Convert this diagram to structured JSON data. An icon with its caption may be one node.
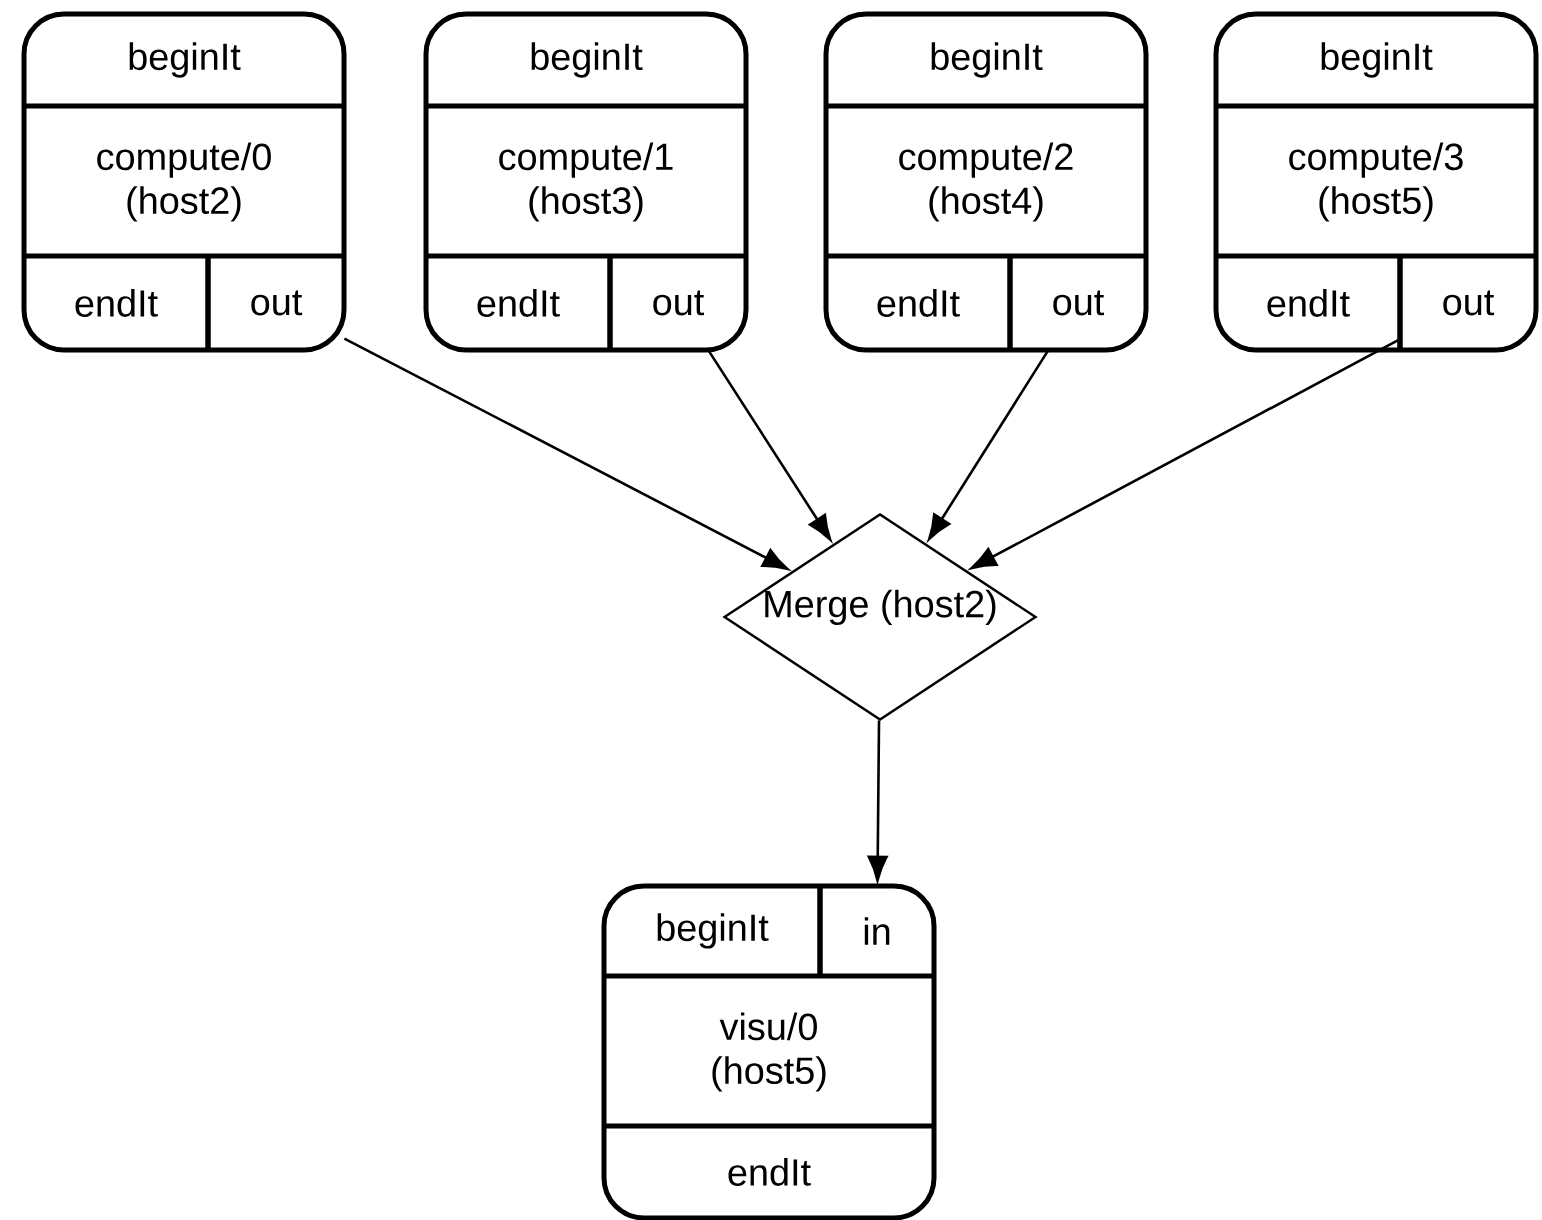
{
  "diagram": {
    "nodes": [
      {
        "text": [
          "compute/0 (host2)"
        ]
      },
      {
        "text": [
          "beginIt"
        ],
        "in": 0
      },
      {
        "text": [
          "endIt"
        ],
        "in": 0
      },
      {
        "text": [
          "out"
        ],
        "in": 0
      },
      {
        "text": [
          "compute/1 (host3)"
        ]
      },
      {
        "text": [
          "beginIt"
        ],
        "in": 4
      },
      {
        "text": [
          "endIt"
        ],
        "in": 4
      },
      {
        "text": [
          "out"
        ],
        "in": 4
      },
      {
        "text": [
          "compute/2 (host4)"
        ]
      },
      {
        "text": [
          "beginIt"
        ],
        "in": 8
      },
      {
        "text": [
          "endIt"
        ],
        "in": 8
      },
      {
        "text": [
          "out"
        ],
        "in": 8
      },
      {
        "text": [
          "compute/3 (host5)"
        ]
      },
      {
        "text": [
          "beginIt"
        ],
        "in": 12
      },
      {
        "text": [
          "endIt"
        ],
        "in": 12
      },
      {
        "text": [
          "out"
        ],
        "in": 12
      },
      {
        "text": [
          "Merge (host2)"
        ]
      },
      {
        "text": [
          "visu/0 (host5)"
        ]
      },
      {
        "text": [
          "beginIt"
        ],
        "in": 17
      },
      {
        "text": [
          "in"
        ],
        "in": 17
      },
      {
        "text": [
          "endIt"
        ],
        "in": 17
      }
    ],
    "edges": [
      {
        "from": 3,
        "to": 16,
        "arrow": "to"
      },
      {
        "from": 7,
        "to": 16,
        "arrow": "to"
      },
      {
        "from": 11,
        "to": 16,
        "arrow": "to"
      },
      {
        "from": 15,
        "to": 16,
        "arrow": "to"
      },
      {
        "from": 16,
        "to": 19,
        "arrow": "to"
      }
    ]
  }
}
